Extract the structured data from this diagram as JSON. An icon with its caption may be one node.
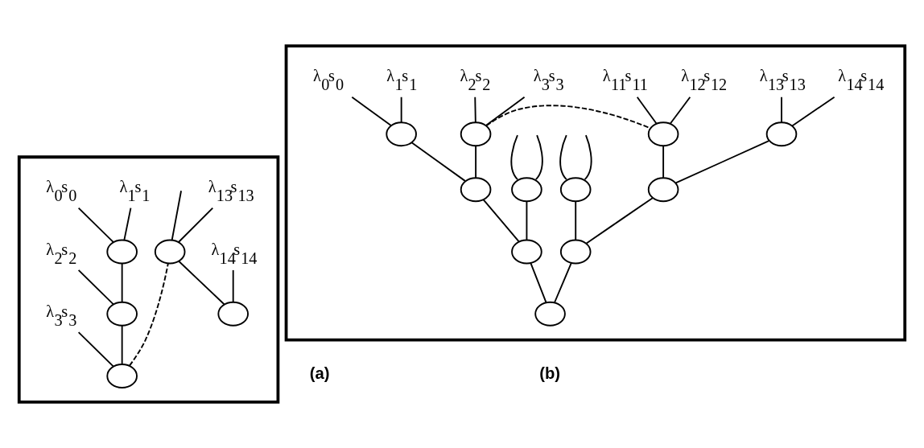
{
  "diagram": {
    "nodes": [
      {
        "text": [],
        "shape": "box",
        "beside": [
          "(a)"
        ]
      },
      {
        "text": [
          "λ$_{0}$s$_{0}$"
        ],
        "in": 0
      },
      {
        "text": [
          "λ$_{1}$s$_{1}$"
        ],
        "in": 0
      },
      {
        "text": [],
        "shape": "circle",
        "in": 0
      },
      {
        "text": [
          "λ$_{2}$s$_{2}$"
        ],
        "in": 0
      },
      {
        "text": [],
        "shape": "circle",
        "in": 0
      },
      {
        "text": [
          "λ$_{3}$s$_{3}$"
        ],
        "in": 0
      },
      {
        "text": [],
        "shape": "circle",
        "in": 0
      },
      {
        "text": [
          "λ$_{13}$s$_{13}$"
        ],
        "in": 0
      },
      {
        "text": [],
        "shape": "circle",
        "in": 0
      },
      {
        "text": [
          "λ$_{14}$s$_{14}$"
        ],
        "in": 0
      },
      {
        "text": [],
        "shape": "circle",
        "in": 0
      },
      {
        "text": [],
        "shape": "box",
        "beside": [
          "(b)"
        ]
      },
      {
        "text": [
          "λ$_{0}$s$_{0}$"
        ],
        "in": 12
      },
      {
        "text": [
          "λ$_{1}$s$_{1}$"
        ],
        "in": 12
      },
      {
        "text": [
          "λ$_{2}$s$_{2}$"
        ],
        "in": 12
      },
      {
        "text": [
          "λ$_{3}$s$_{3}$"
        ],
        "in": 12
      },
      {
        "text": [
          "λ$_{11}$s$_{11}$"
        ],
        "in": 12
      },
      {
        "text": [
          "λ$_{12}$s$_{12}$"
        ],
        "in": 12
      },
      {
        "text": [
          "λ$_{13}$s$_{13}$"
        ],
        "in": 12
      },
      {
        "text": [
          "λ$_{14}$s$_{14}$"
        ],
        "in": 12
      },
      {
        "text": [],
        "shape": "circle",
        "in": 12
      },
      {
        "text": [],
        "shape": "circle",
        "in": 12
      },
      {
        "text": [],
        "shape": "circle",
        "in": 12
      },
      {
        "text": [],
        "shape": "circle",
        "in": 12
      },
      {
        "text": [],
        "shape": "circle",
        "in": 12
      },
      {
        "text": [],
        "shape": "circle",
        "in": 12
      },
      {
        "text": [],
        "shape": "circle",
        "in": 12
      },
      {
        "text": [],
        "shape": "circle",
        "in": 12
      },
      {
        "text": [],
        "shape": "circle",
        "in": 12
      },
      {
        "text": [],
        "shape": "circle",
        "in": 12
      },
      {
        "text": [],
        "shape": "circle",
        "in": 12
      }
    ],
    "edges": [
      {
        "from": 1,
        "to": 3,
        "arrow": "none"
      },
      {
        "from": 2,
        "to": 3,
        "arrow": "none"
      },
      {
        "from": 3,
        "to": 5,
        "arrow": "none"
      },
      {
        "from": 4,
        "to": 5,
        "arrow": "none"
      },
      {
        "from": 5,
        "to": 7,
        "arrow": "none"
      },
      {
        "from": 6,
        "to": 7,
        "arrow": "none"
      },
      {
        "from": 7,
        "to": 9,
        "arrow": "none",
        "style": "dashed"
      },
      {
        "from": null,
        "to": 9,
        "arrow": "none"
      },
      {
        "from": 8,
        "to": 9,
        "arrow": "none"
      },
      {
        "from": 9,
        "to": 11,
        "arrow": "none"
      },
      {
        "from": 10,
        "to": 11,
        "arrow": "none"
      },
      {
        "from": 13,
        "to": 21,
        "arrow": "none"
      },
      {
        "from": 14,
        "to": 21,
        "arrow": "none"
      },
      {
        "from": 15,
        "to": 22,
        "arrow": "none"
      },
      {
        "from": 16,
        "to": 22,
        "arrow": "none"
      },
      {
        "from": 22,
        "to": 23,
        "arrow": "none",
        "style": "dashed"
      },
      {
        "from": 17,
        "to": 23,
        "arrow": "none"
      },
      {
        "from": 18,
        "to": 23,
        "arrow": "none"
      },
      {
        "from": 19,
        "to": 24,
        "arrow": "none"
      },
      {
        "from": 20,
        "to": 24,
        "arrow": "none"
      },
      {
        "from": 21,
        "to": 25,
        "arrow": "none"
      },
      {
        "from": 22,
        "to": 25,
        "arrow": "none"
      },
      {
        "from": null,
        "to": 26,
        "arrow": "none"
      },
      {
        "from": null,
        "to": 26,
        "arrow": "none"
      },
      {
        "from": null,
        "to": 27,
        "arrow": "none"
      },
      {
        "from": null,
        "to": 27,
        "arrow": "none"
      },
      {
        "from": 23,
        "to": 28,
        "arrow": "none"
      },
      {
        "from": 24,
        "to": 28,
        "arrow": "none"
      },
      {
        "from": 25,
        "to": 29,
        "arrow": "none"
      },
      {
        "from": 26,
        "to": 29,
        "arrow": "none"
      },
      {
        "from": 27,
        "to": 30,
        "arrow": "none"
      },
      {
        "from": 28,
        "to": 30,
        "arrow": "none"
      },
      {
        "from": 29,
        "to": 31,
        "arrow": "none"
      },
      {
        "from": 30,
        "to": 31,
        "arrow": "none"
      }
    ]
  }
}
